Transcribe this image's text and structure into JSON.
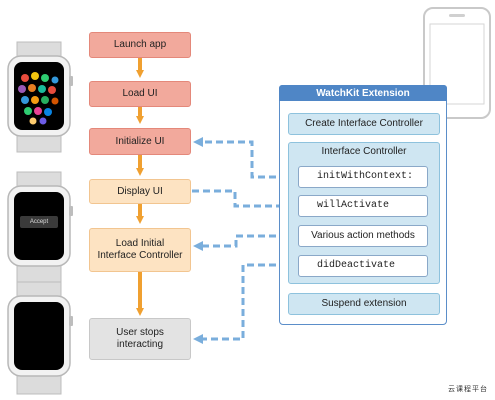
{
  "flow": {
    "launch": "Launch app",
    "load": "Load UI",
    "initialize": "Initialize UI",
    "display": "Display UI",
    "load_initial": "Load Initial\nInterface Controller",
    "user_stops": "User stops\ninteracting"
  },
  "extension": {
    "title": "WatchKit Extension",
    "create": "Create Interface Controller",
    "group_title": "Interface Controller",
    "methods": [
      "initWithContext:",
      "willActivate",
      "Various action methods",
      "didDeactivate"
    ],
    "suspend": "Suspend extension"
  },
  "watch_screen_button": "Accept",
  "watermark": "云课程平台",
  "colors": {
    "arrow_orange": "#f0a030",
    "arrow_blue": "#7aaedc",
    "header_blue": "#4f86c6"
  }
}
